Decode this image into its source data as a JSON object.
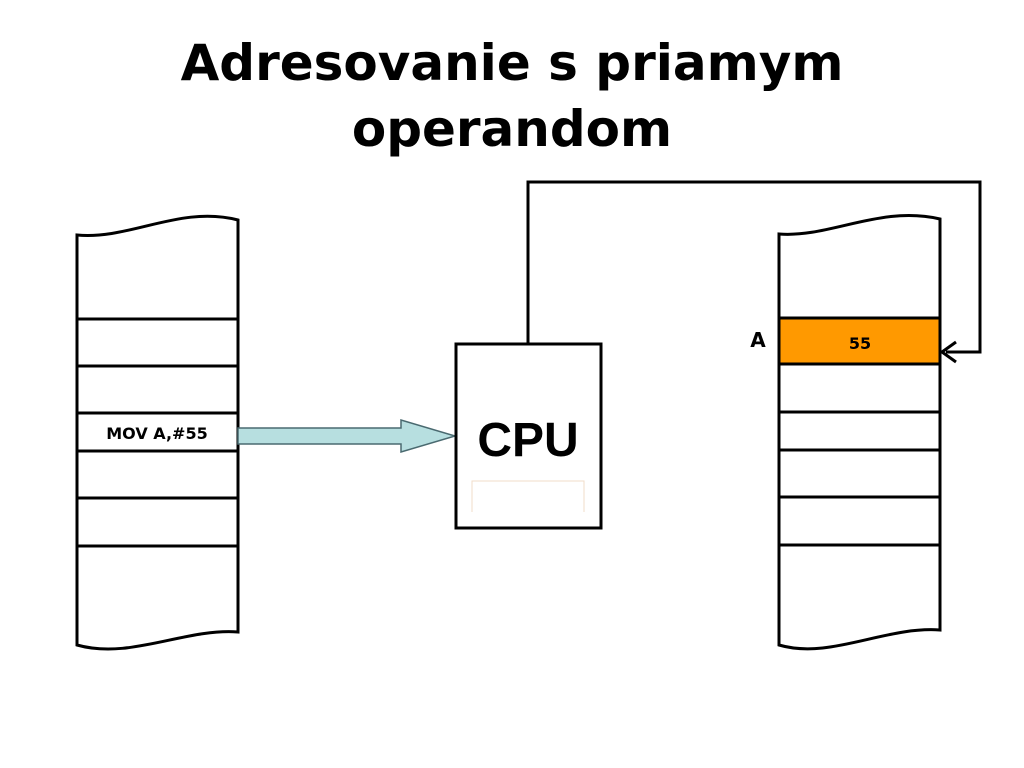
{
  "slide": {
    "title_line1": "Adresovanie s priamym",
    "title_line2": "operandom"
  },
  "program_memory": {
    "instruction": "MOV A,#55"
  },
  "cpu": {
    "label": "CPU"
  },
  "data_memory": {
    "register_label": "A",
    "register_value": "55"
  },
  "colors": {
    "register_fill": "#ff9900",
    "arrow_fill": "#b7dfe0"
  }
}
